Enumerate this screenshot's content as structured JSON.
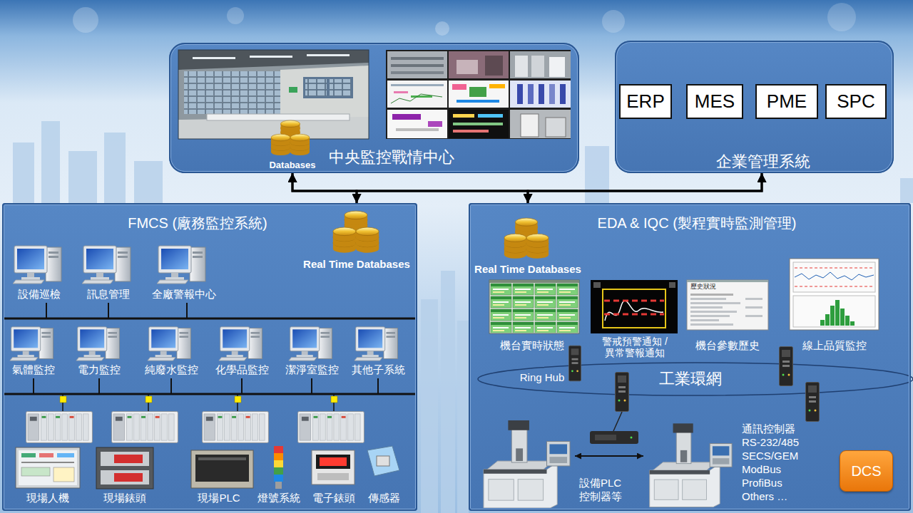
{
  "diagram": {
    "nodes": [
      {
        "text": [
          "中央監控戰情中心"
        ]
      },
      {
        "text": [
          "企業管理系統"
        ]
      },
      {
        "text": [
          "ERP"
        ],
        "in": 1
      },
      {
        "text": [
          "MES"
        ],
        "in": 1
      },
      {
        "text": [
          "PME"
        ],
        "in": 1
      },
      {
        "text": [
          "SPC"
        ],
        "in": 1
      },
      {
        "text": [
          "FMCS (廠務監控系統)"
        ]
      },
      {
        "text": [
          "EDA & IQC (製程實時監測管理)"
        ]
      },
      {
        "text": [
          "DCS"
        ],
        "in": 7
      }
    ],
    "edges": [
      {
        "from": 6,
        "to": 0,
        "arrow": "both"
      },
      {
        "from": 6,
        "to": 1,
        "arrow": "both"
      },
      {
        "from": 7,
        "to": 0,
        "arrow": "both"
      },
      {
        "from": 7,
        "to": 1,
        "arrow": "both"
      }
    ],
    "labels": [
      "Databases",
      "Real Time Databases",
      "設備巡檢",
      "訊息管理",
      "全廠警報中心",
      "氣體監控",
      "電力監控",
      "純廢水監控",
      "化學品監控",
      "潔淨室監控",
      "其他子系統",
      "現場人機",
      "現場錶頭",
      "現場PLC",
      "燈號系統",
      "電子錶頭",
      "傳感器",
      "Real Time Databases",
      "機台實時狀態",
      "警戒預警通知 /異常警報通知",
      "機台參數歷史",
      "線上品質監控",
      "歷史狀況",
      "Ring Hub",
      "工業環網",
      "通訊控制器",
      "RS-232/485",
      "SECS/GEM",
      "ModBus",
      "ProfiBus",
      "Others …",
      "設備PLC 控制器等"
    ]
  }
}
